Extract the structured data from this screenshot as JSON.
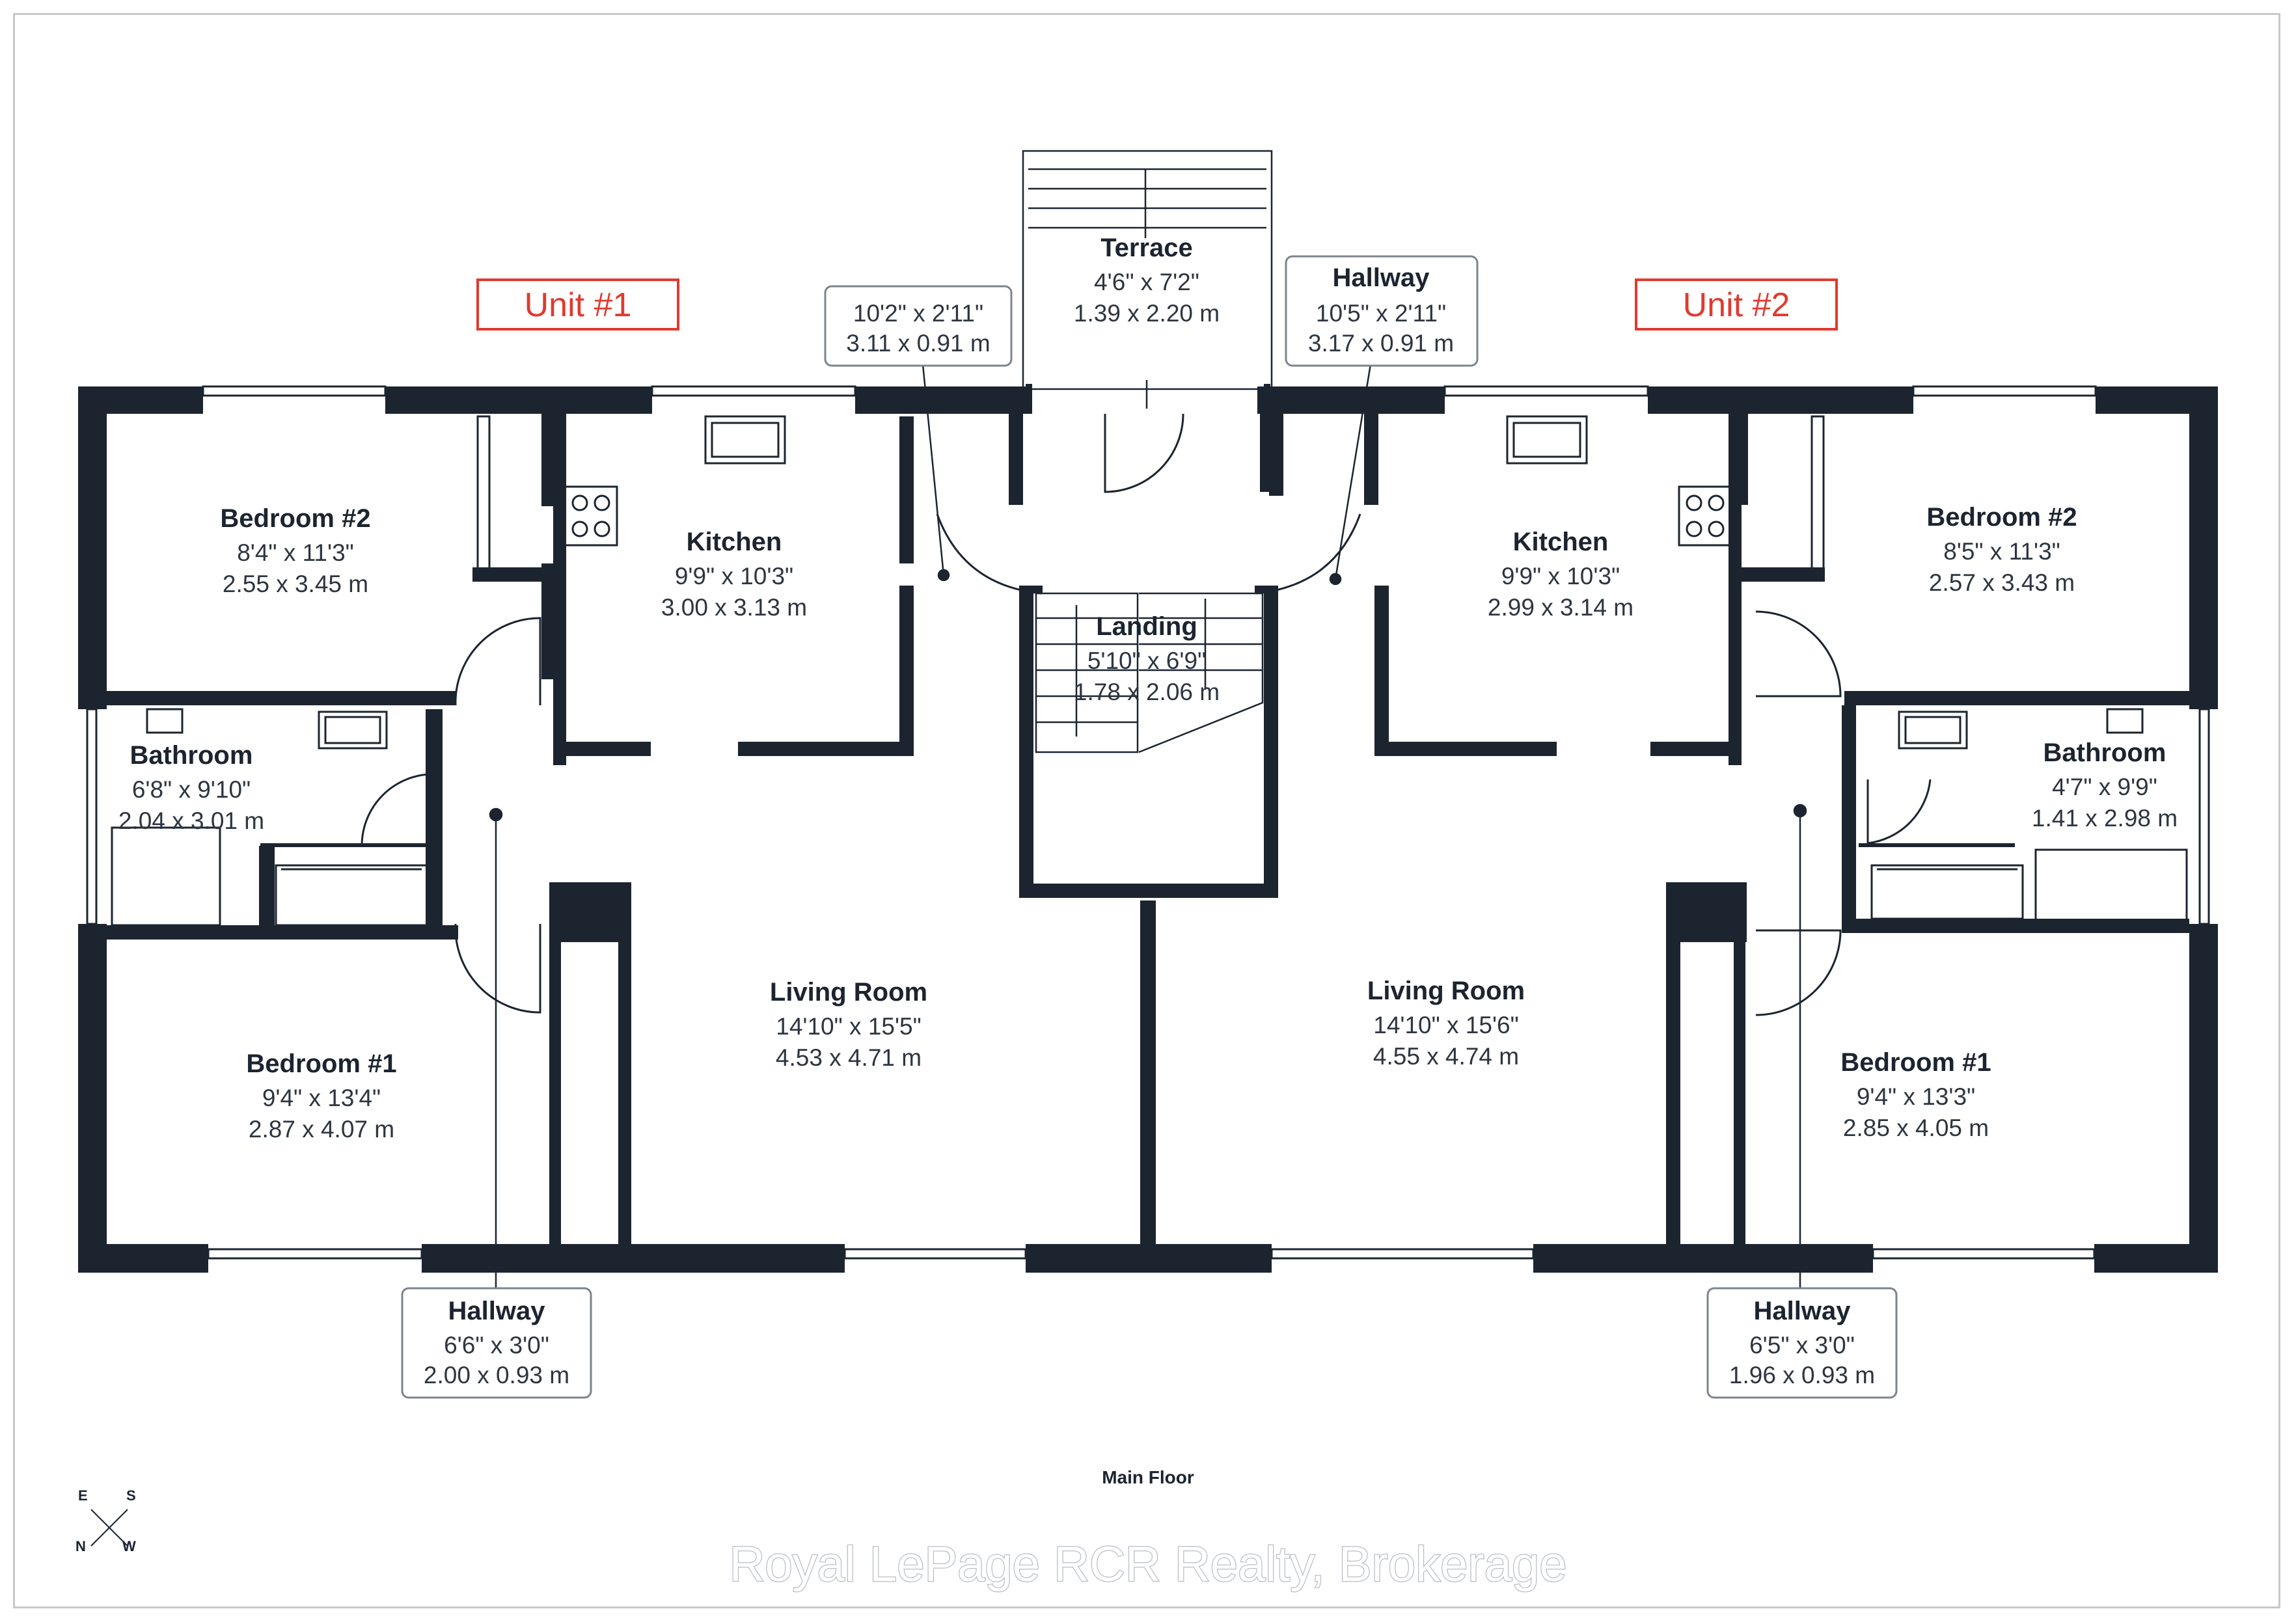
{
  "units": [
    {
      "label": "Unit #1"
    },
    {
      "label": "Unit #2"
    }
  ],
  "rooms": {
    "u1_bedroom2": {
      "name": "Bedroom #2",
      "imperial": "8'4\" x 11'3\"",
      "metric": "2.55 x 3.45 m"
    },
    "u1_kitchen": {
      "name": "Kitchen",
      "imperial": "9'9\" x 10'3\"",
      "metric": "3.00 x 3.13 m"
    },
    "u1_bathroom": {
      "name": "Bathroom",
      "imperial": "6'8\" x 9'10\"",
      "metric": "2.04 x 3.01 m"
    },
    "u1_living": {
      "name": "Living Room",
      "imperial": "14'10\" x 15'5\"",
      "metric": "4.53 x 4.71 m"
    },
    "u1_bedroom1": {
      "name": "Bedroom #1",
      "imperial": "9'4\" x 13'4\"",
      "metric": "2.87 x 4.07 m"
    },
    "u1_hallway": {
      "name": "Hallway",
      "imperial": "6'6\" x 3'0\"",
      "metric": "2.00 x 0.93 m"
    },
    "u1_entry": {
      "imperial": "10'2\" x 2'11\"",
      "metric": "3.11 x 0.91 m"
    },
    "terrace": {
      "name": "Terrace",
      "imperial": "4'6\" x 7'2\"",
      "metric": "1.39 x 2.20 m"
    },
    "landing": {
      "name": "Landing",
      "imperial": "5'10\" x 6'9\"",
      "metric": "1.78 x 2.06 m"
    },
    "u2_entry": {
      "name": "Hallway",
      "imperial": "10'5\" x 2'11\"",
      "metric": "3.17 x 0.91 m"
    },
    "u2_kitchen": {
      "name": "Kitchen",
      "imperial": "9'9\" x 10'3\"",
      "metric": "2.99 x 3.14 m"
    },
    "u2_bedroom2": {
      "name": "Bedroom #2",
      "imperial": "8'5\" x 11'3\"",
      "metric": "2.57 x 3.43 m"
    },
    "u2_bathroom": {
      "name": "Bathroom",
      "imperial": "4'7\" x 9'9\"",
      "metric": "1.41 x 2.98 m"
    },
    "u2_living": {
      "name": "Living Room",
      "imperial": "14'10\" x 15'6\"",
      "metric": "4.55 x 4.74 m"
    },
    "u2_bedroom1": {
      "name": "Bedroom #1",
      "imperial": "9'4\" x 13'3\"",
      "metric": "2.85 x 4.05 m"
    },
    "u2_hallway": {
      "name": "Hallway",
      "imperial": "6'5\" x 3'0\"",
      "metric": "1.96 x 0.93 m"
    }
  },
  "floor_label": "Main Floor",
  "compass": {
    "e": "E",
    "s": "S",
    "n": "N",
    "w": "W"
  },
  "watermark": "Royal LePage RCR Realty, Brokerage",
  "colors": {
    "wall": "#1c2430",
    "unit_label": "#e03a2f",
    "callout_border": "#7d848e"
  }
}
